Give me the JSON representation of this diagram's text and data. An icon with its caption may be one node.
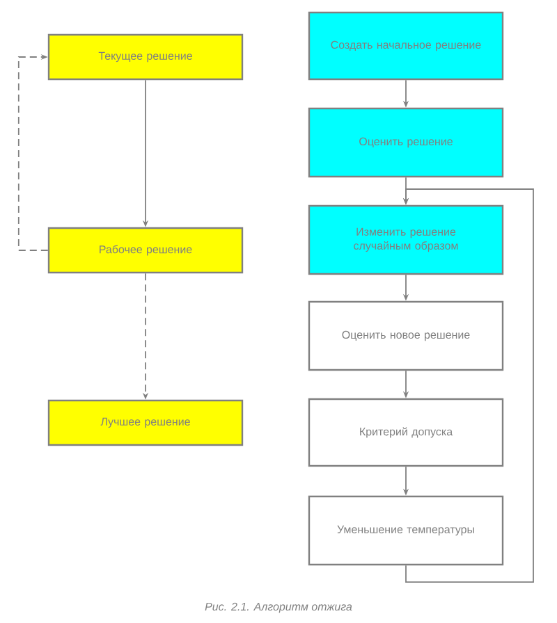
{
  "diagram": {
    "caption": "Рис. 2.1. Алгоритм отжига",
    "nodes": [
      {
        "text": [
          "Текущее решение"
        ]
      },
      {
        "text": [
          "Рабочее решение"
        ]
      },
      {
        "text": [
          "Лучшее решение"
        ]
      },
      {
        "text": [
          "Создать начальное решение"
        ]
      },
      {
        "text": [
          "Оценить решение"
        ]
      },
      {
        "text": [
          "Изменить решение случайным образом"
        ]
      },
      {
        "text": [
          "Оценить новое решение"
        ]
      },
      {
        "text": [
          "Критерий допуска"
        ]
      },
      {
        "text": [
          "Уменьшение температуры"
        ]
      }
    ],
    "edges": [
      {
        "from": 0,
        "to": 1,
        "arrow": "to"
      },
      {
        "from": 1,
        "to": 0,
        "arrow": "to",
        "style": "dashed"
      },
      {
        "from": 1,
        "to": 2,
        "arrow": "to",
        "style": "dashed"
      },
      {
        "from": 3,
        "to": 4,
        "arrow": "to"
      },
      {
        "from": 4,
        "to": 5,
        "arrow": "to"
      },
      {
        "from": 5,
        "to": 6,
        "arrow": "to"
      },
      {
        "from": 6,
        "to": 7,
        "arrow": "to"
      },
      {
        "from": 7,
        "to": 8,
        "arrow": "to"
      },
      {
        "from": 8,
        "to": 5,
        "arrow": "to"
      }
    ]
  }
}
